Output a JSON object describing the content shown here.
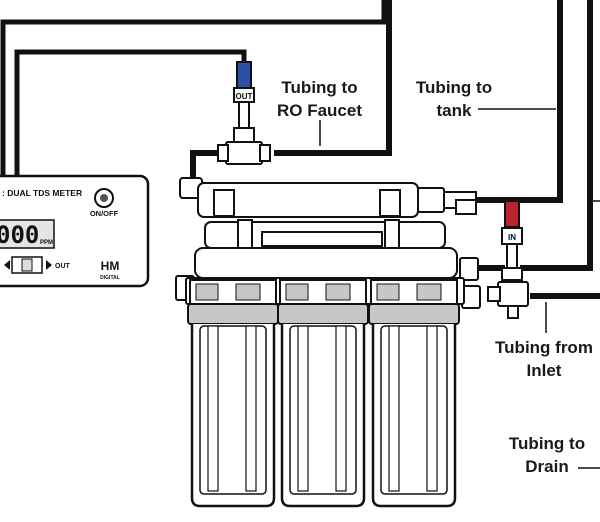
{
  "labels": {
    "ro_faucet": [
      "Tubing to",
      "RO Faucet"
    ],
    "tank": [
      "Tubing to",
      "tank"
    ],
    "inlet": [
      "Tubing from",
      "Inlet"
    ],
    "drain": [
      "Tubing to",
      "Drain"
    ]
  },
  "fitting_tags": {
    "out": "OUT",
    "in": "IN"
  },
  "tds_meter": {
    "title": ": DUAL TDS METER",
    "button_label": "ON/OFF",
    "display_value": "000",
    "display_unit": "PPM",
    "switch_label": "OUT",
    "brand": "HM",
    "brand_sub": "DIGITAL"
  },
  "colors": {
    "outlet_cap": "#2c4fa8",
    "inlet_cap": "#c0242b",
    "tubing": "#111111",
    "housing_band": "#c7c7c7"
  }
}
